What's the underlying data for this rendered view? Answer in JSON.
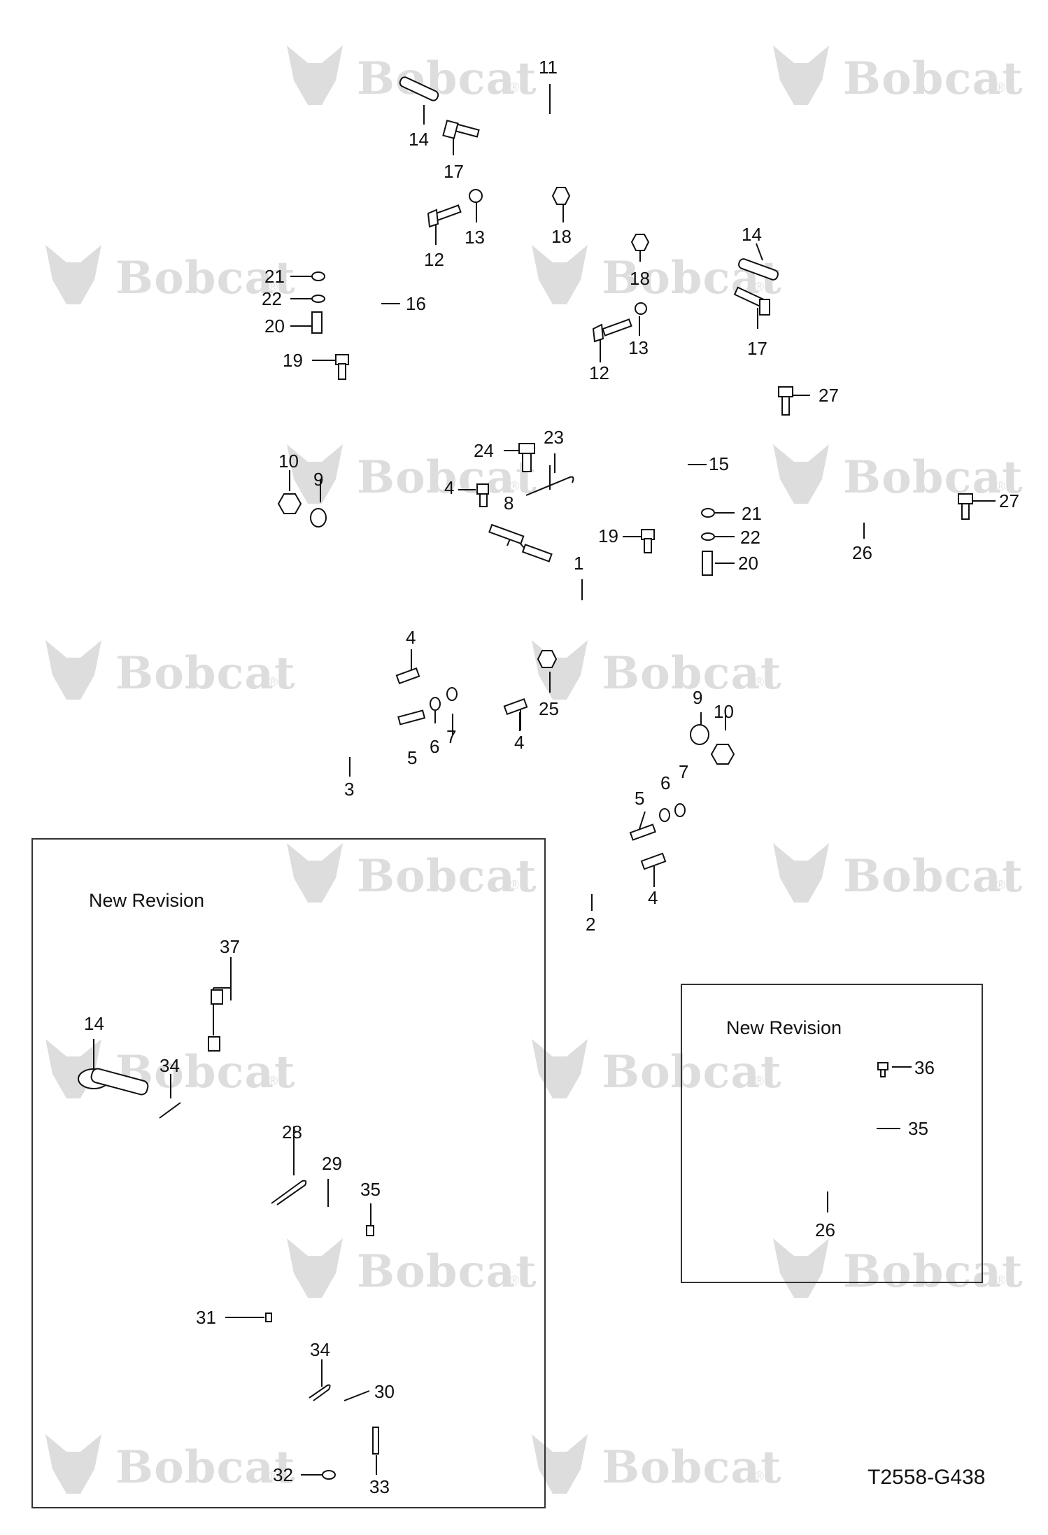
{
  "watermark": {
    "text": "Bobcat",
    "reg_mark": "®"
  },
  "insets": [
    {
      "title": "New Revision"
    },
    {
      "title": "New Revision"
    }
  ],
  "figure_code": "T2558-G438",
  "callouts": {
    "c1": "1",
    "c2": "2",
    "c3": "3",
    "c4a": "4",
    "c4b": "4",
    "c4c": "4",
    "c4d": "4",
    "c5a": "5",
    "c5b": "5",
    "c6a": "6",
    "c6b": "6",
    "c7a": "7",
    "c7b": "7",
    "c8": "8",
    "c9a": "9",
    "c9b": "9",
    "c10a": "10",
    "c10b": "10",
    "c11": "11",
    "c12a": "12",
    "c12b": "12",
    "c13a": "13",
    "c13b": "13",
    "c14a": "14",
    "c14b": "14",
    "c14c": "14",
    "c15": "15",
    "c16": "16",
    "c17a": "17",
    "c17b": "17",
    "c18a": "18",
    "c18b": "18",
    "c19a": "19",
    "c19b": "19",
    "c20a": "20",
    "c20b": "20",
    "c21a": "21",
    "c21b": "21",
    "c22a": "22",
    "c22b": "22",
    "c23": "23",
    "c24": "24",
    "c25": "25",
    "c26a": "26",
    "c26b": "26",
    "c27a": "27",
    "c27b": "27",
    "c28": "28",
    "c29": "29",
    "c30": "30",
    "c31": "31",
    "c32": "32",
    "c33": "33",
    "c34a": "34",
    "c34b": "34",
    "c35a": "35",
    "c35b": "35",
    "c36": "36",
    "c37": "37"
  }
}
